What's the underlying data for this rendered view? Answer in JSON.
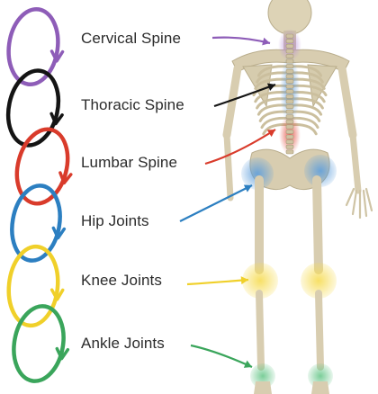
{
  "joints": [
    {
      "label": "Cervical Spine",
      "color": "#8e5db8"
    },
    {
      "label": "Thoracic Spine",
      "color": "#141414"
    },
    {
      "label": "Lumbar Spine",
      "color": "#d93b2b"
    },
    {
      "label": "Hip Joints",
      "color": "#2c7fc1"
    },
    {
      "label": "Knee Joints",
      "color": "#f0d02a"
    },
    {
      "label": "Ankle Joints",
      "color": "#3aa55b"
    }
  ],
  "colors": {
    "bone": "#ddd3b6",
    "bone_shade": "#b9ad8c",
    "text": "#2b2b2b"
  }
}
